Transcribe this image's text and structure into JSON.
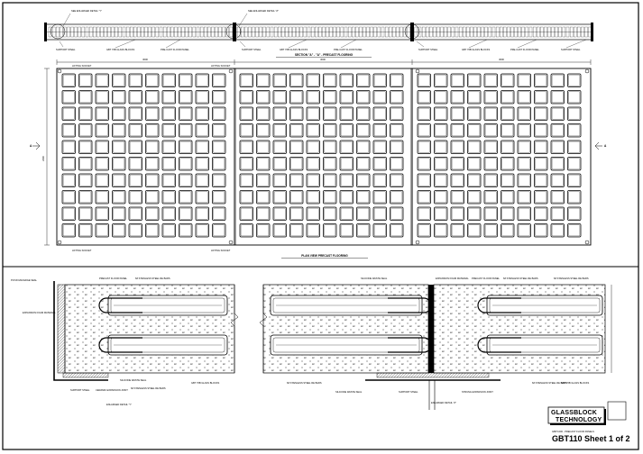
{
  "sheet": {
    "title": "GBT110 Sheet 1 of 2",
    "subtitle": "GBP 1000 - PRECAST FLOOR PANELS",
    "logo_line1": "GLASSBLOCK",
    "logo_line2": "TECHNOLOGY"
  },
  "section": {
    "caption": "SECTION \"A\" - \"A\" - PRECAST FLOORING",
    "callouts": [
      {
        "id": "detail-y",
        "text": "SEE ENLARGED DETAIL \"Y\""
      },
      {
        "id": "detail-z",
        "text": "SEE ENLARGED DETAIL \"Z\""
      },
      {
        "id": "support-1",
        "text": "SUPPORT STEEL"
      },
      {
        "id": "gbt-tab-1",
        "text": "GBT 76B GLASS BLOCKS"
      },
      {
        "id": "precast-1",
        "text": "PRE-CAST FLOOR PANEL"
      },
      {
        "id": "support-2",
        "text": "SUPPORT STEEL"
      },
      {
        "id": "gbt-tab-2",
        "text": "GBT 76B GLASS BLOCKS"
      },
      {
        "id": "precast-2",
        "text": "PRE-CAST FLOOR PANEL"
      },
      {
        "id": "support-3",
        "text": "SUPPORT STEEL"
      },
      {
        "id": "gbt-tab-3",
        "text": "GBT 76B GLASS BLOCKS"
      },
      {
        "id": "precast-3",
        "text": "PRE-CAST FLOOR PANEL"
      },
      {
        "id": "support-4",
        "text": "SUPPORT STEEL"
      }
    ]
  },
  "plan": {
    "caption": "PLAN VIEW PRECAST FLOORING",
    "section_marker": "A",
    "panel_dims": [
      "3000",
      "3000",
      "3000"
    ],
    "overall_height": "2400",
    "socket_label": "LIFTING SOCKET"
  },
  "details": {
    "detail_y_caption": "ENLARGED DETAIL \"Y\"",
    "detail_z_caption": "ENLARGED DETAIL \"Z\"",
    "labels": {
      "pvc_edge": "PVC/FOAM EDGE SEAL",
      "expansion_material": "EXPANSION FOAM MATERIAL",
      "precast_panel": "PRECAST FLOOR PANEL",
      "stainless_bars": "6# STAINLESS STEEL RE BARS",
      "silicone_seal": "SILICONE WASTE SEAL",
      "gbt_glass": "GBT 76B GLASS BLOCKS",
      "support_steel": "SUPPORT STEEL",
      "ceramic_joint": "CERAMIC EXPANSION JOINT",
      "expansion_joint": "STRUNG EXPANSION JOINT"
    }
  }
}
